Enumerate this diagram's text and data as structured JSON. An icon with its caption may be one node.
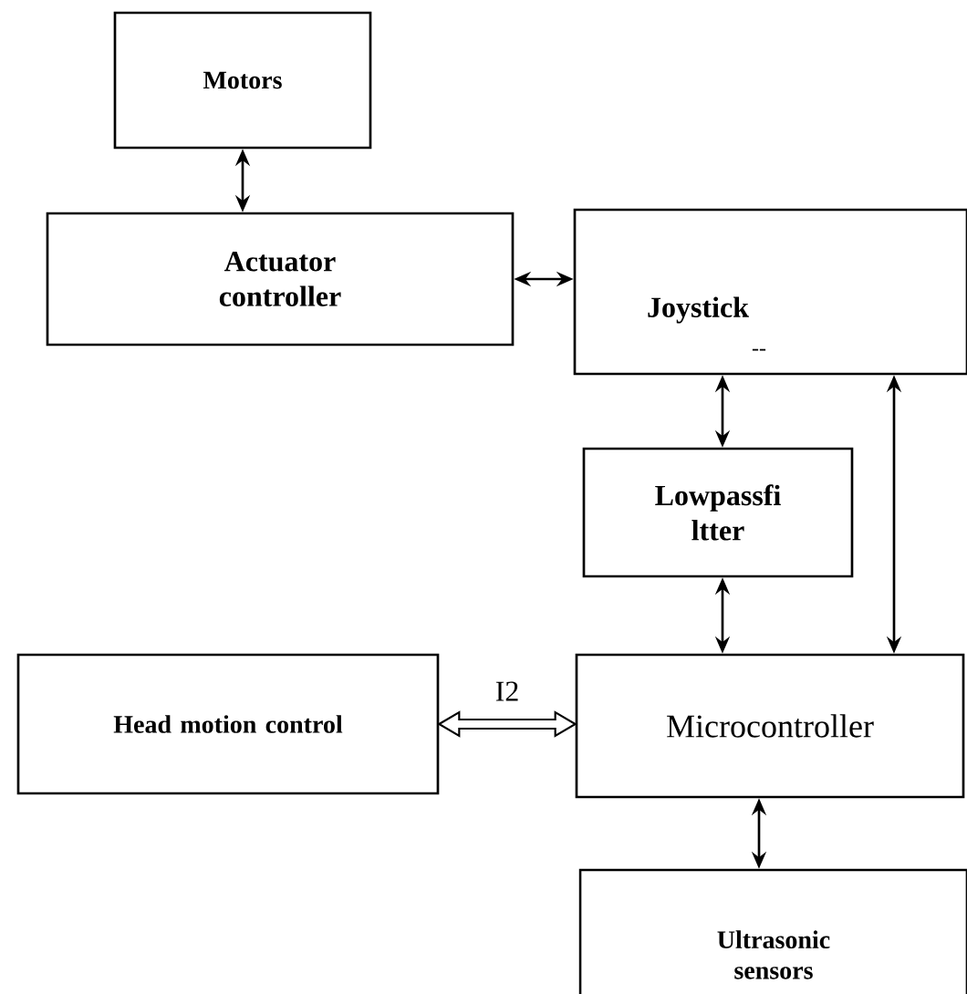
{
  "diagram": {
    "nodes": [
      {
        "text": [
          "Motors"
        ]
      },
      {
        "text": [
          "Actuator controller"
        ]
      },
      {
        "text": [
          "Joystick"
        ]
      },
      {
        "text": [
          "Lowpassfi ltter"
        ]
      },
      {
        "text": [
          "Head motion control"
        ]
      },
      {
        "text": [
          "Microcontroller"
        ]
      },
      {
        "text": [
          "Ultrasonic sensors"
        ]
      }
    ],
    "edges": [
      {
        "from": 0,
        "to": 1,
        "arrow": "both"
      },
      {
        "from": 1,
        "to": 2,
        "arrow": "both"
      },
      {
        "from": 2,
        "to": 3,
        "arrow": "both"
      },
      {
        "from": 3,
        "to": 5,
        "arrow": "both"
      },
      {
        "from": 2,
        "to": 5,
        "arrow": "both"
      },
      {
        "from": 4,
        "to": 5,
        "arrow": "both",
        "label": "I2",
        "style": "thick"
      },
      {
        "from": 5,
        "to": 6,
        "arrow": "both"
      }
    ],
    "labels": [
      "--"
    ]
  }
}
